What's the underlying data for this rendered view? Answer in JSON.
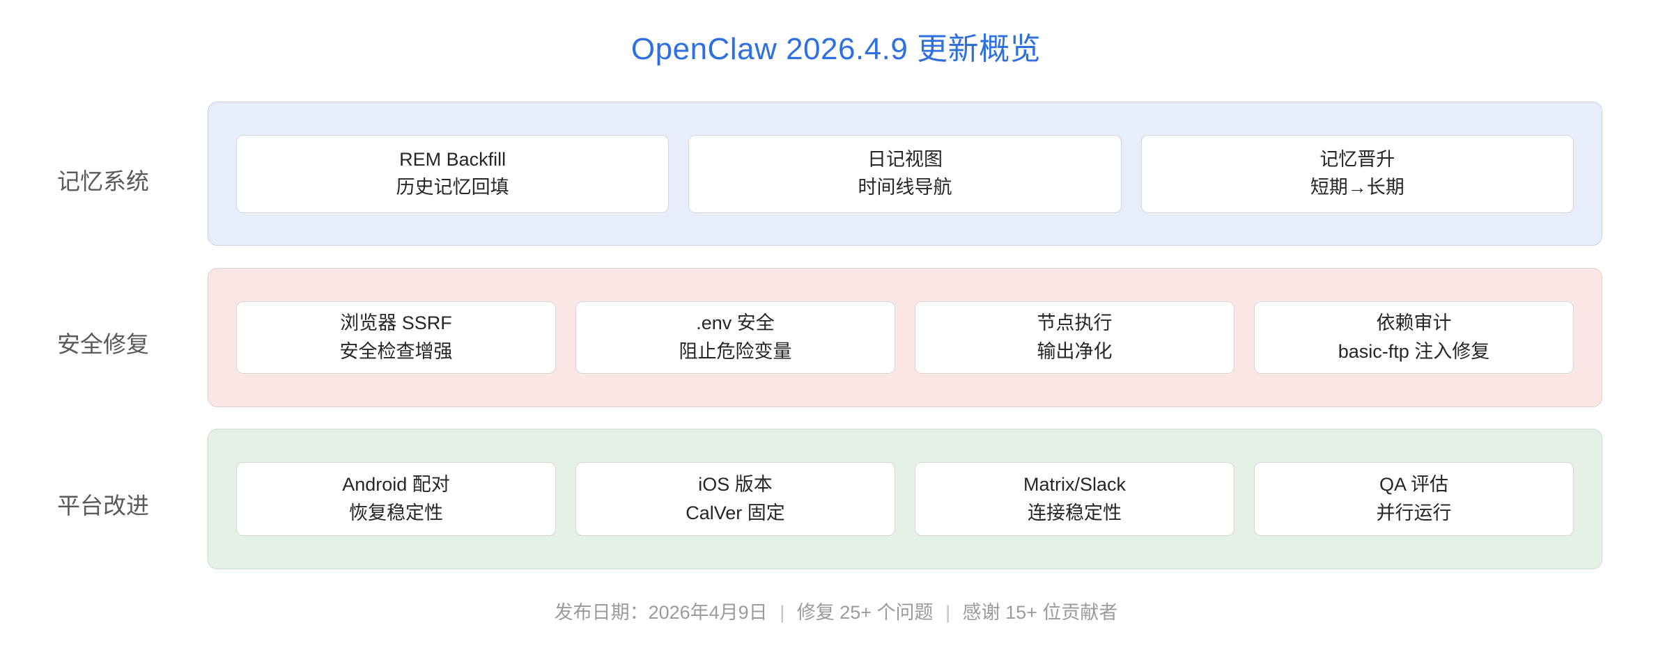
{
  "header": {
    "title": "OpenClaw 2026.4.9 更新概览",
    "title_color": "#2f6fe0"
  },
  "rows": [
    {
      "label": "记忆系统",
      "band_color": "#e7edfb",
      "band_border": "#c3cfe9",
      "cards": [
        {
          "title": "REM Backfill",
          "subtitle": "历史记忆回填"
        },
        {
          "title": "日记视图",
          "subtitle": "时间线导航"
        },
        {
          "title": "记忆晋升",
          "subtitle": "短期→长期"
        }
      ]
    },
    {
      "label": "安全修复",
      "band_color": "#fbe6e6",
      "band_border": "#e9c9c9",
      "cards": [
        {
          "title": "浏览器 SSRF",
          "subtitle": "安全检查增强"
        },
        {
          "title": ".env 安全",
          "subtitle": "阻止危险变量"
        },
        {
          "title": "节点执行",
          "subtitle": "输出净化"
        },
        {
          "title": "依赖审计",
          "subtitle": "basic-ftp 注入修复"
        }
      ]
    },
    {
      "label": "平台改进",
      "band_color": "#e5f1e6",
      "band_border": "#c9dcca",
      "cards": [
        {
          "title": "Android 配对",
          "subtitle": "恢复稳定性"
        },
        {
          "title": "iOS 版本",
          "subtitle": "CalVer 固定"
        },
        {
          "title": "Matrix/Slack",
          "subtitle": "连接稳定性"
        },
        {
          "title": "QA 评估",
          "subtitle": "并行运行"
        }
      ]
    }
  ],
  "footer": {
    "release_date": "发布日期：2026年4月9日",
    "issues_fixed": "修复 25+ 个问题",
    "contributors": "感谢 15+ 位贡献者",
    "separator": "|"
  }
}
